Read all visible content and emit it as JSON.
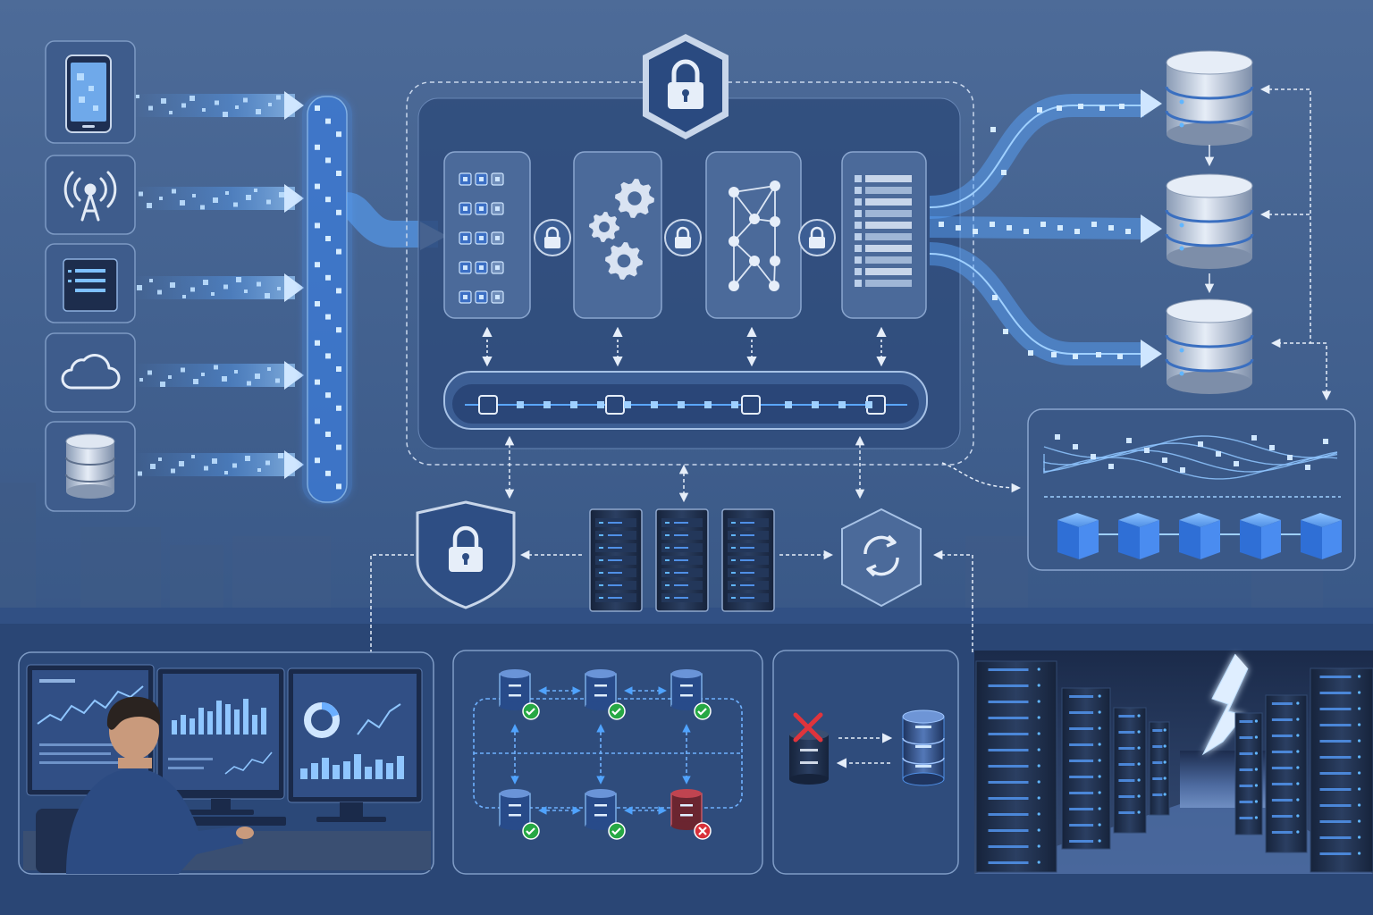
{
  "palette": {
    "background_top": "#4d6b98",
    "background_bottom": "#213a64",
    "panel_fill": "#3a5887",
    "panel_stroke": "#7f9cc6",
    "flow_blue": "#5aa6ff",
    "flow_glow": "#9fd0ff",
    "ok_green": "#27a844",
    "error_red": "#d8313a",
    "server_dark": "#1b2a45",
    "led_blue": "#61b6ff"
  },
  "sources": [
    {
      "icon": "smartphone-icon"
    },
    {
      "icon": "antenna-icon"
    },
    {
      "icon": "server-box-icon"
    },
    {
      "icon": "cloud-icon"
    },
    {
      "icon": "database-icon"
    }
  ],
  "pipeline": {
    "top_badge_icon": "lock-icon",
    "stages": [
      {
        "icon": "queue-grid-icon"
      },
      {
        "icon": "gears-icon"
      },
      {
        "icon": "network-graph-icon"
      },
      {
        "icon": "table-list-icon"
      }
    ],
    "stage_link_icon": "lock-icon"
  },
  "support_row": {
    "items": [
      {
        "icon": "shield-lock-icon"
      },
      {
        "icon": "server-rack-icon"
      },
      {
        "icon": "sync-icon"
      }
    ]
  },
  "outputs": {
    "databases": 3,
    "cube_count": 5
  },
  "bottom_panels": [
    {
      "name": "monitoring-workstation"
    },
    {
      "name": "replication-grid",
      "nodes_ok": 5,
      "nodes_failed": 1
    },
    {
      "name": "failover"
    },
    {
      "name": "datacenter-storm"
    }
  ]
}
